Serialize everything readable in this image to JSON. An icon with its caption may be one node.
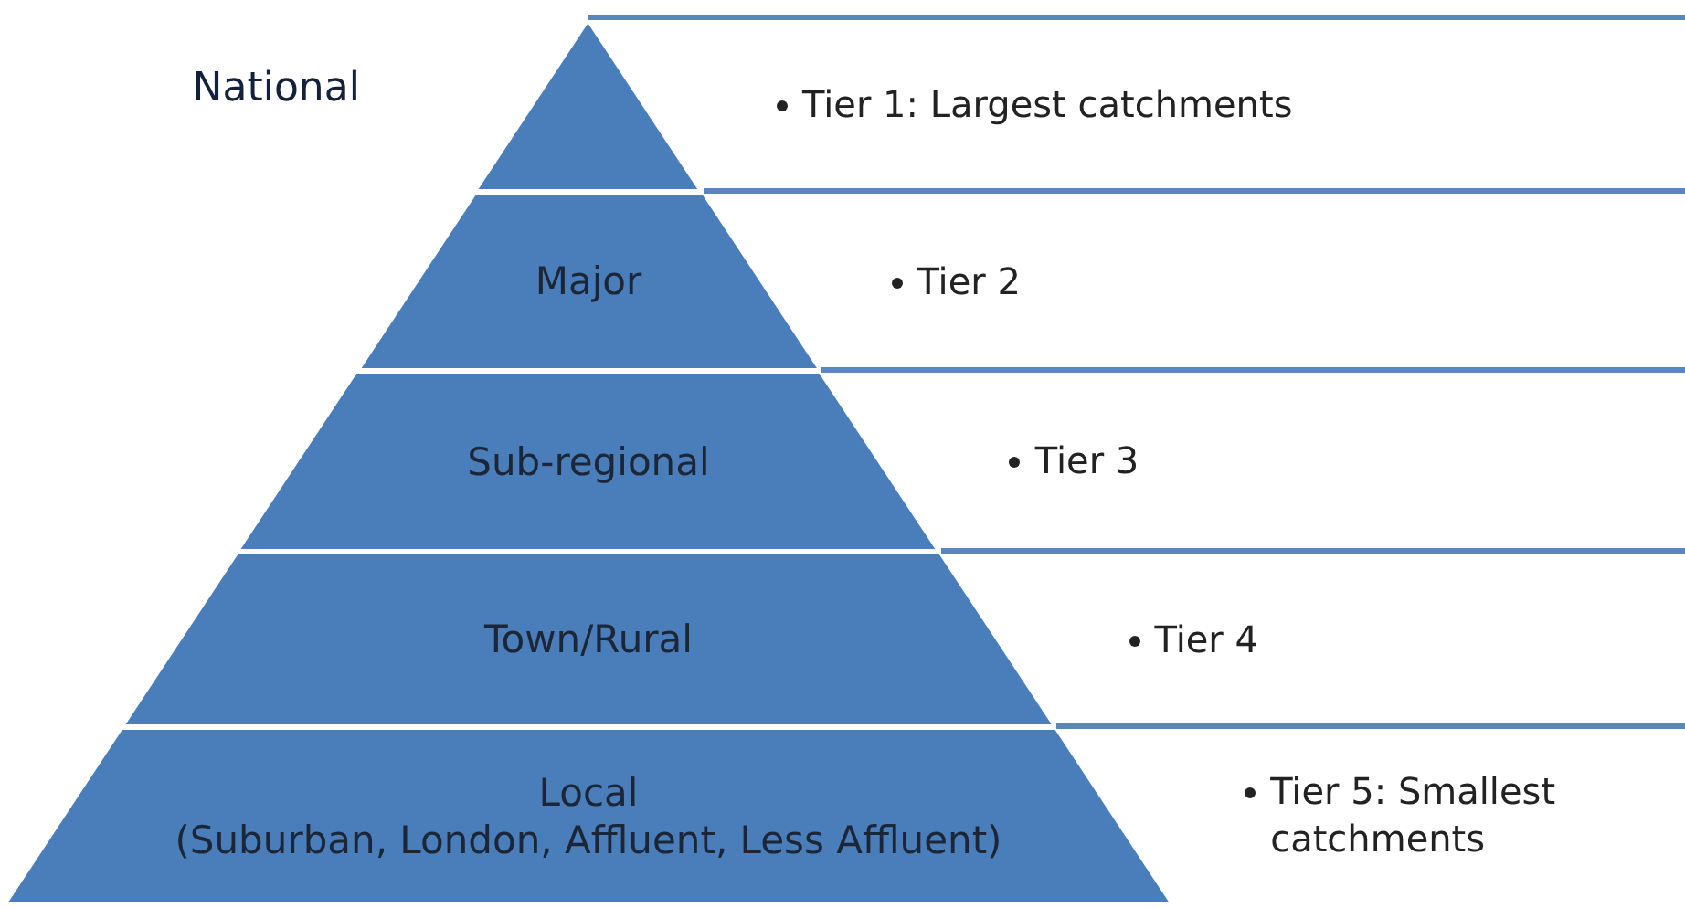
{
  "diagram": {
    "nodes": [
      {
        "text": [
          "National"
        ]
      },
      {
        "text": [
          "Major"
        ]
      },
      {
        "text": [
          "Sub-regional"
        ]
      },
      {
        "text": [
          "Town/Rural"
        ]
      },
      {
        "text": [
          "Local",
          "(Suburban, London, Affluent, Less Affluent)"
        ]
      },
      {
        "text": [
          "Tier 1: Largest catchments"
        ]
      },
      {
        "text": [
          "Tier 2"
        ]
      },
      {
        "text": [
          "Tier 3"
        ]
      },
      {
        "text": [
          "Tier 4"
        ]
      },
      {
        "text": [
          "Tier 5: Smallest catchments"
        ]
      }
    ]
  }
}
